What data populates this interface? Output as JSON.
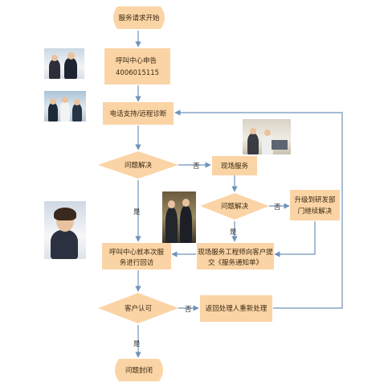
{
  "diagram": {
    "nodes": {
      "start": [
        "服务请求开始"
      ],
      "callcenter": [
        "呼叫中心申告",
        "4006015115"
      ],
      "diagnose": [
        "电话支持/远程诊断"
      ],
      "resolved1": [
        "问题解决"
      ],
      "onsite": [
        "现场服务"
      ],
      "resolved2": [
        "问题解决"
      ],
      "escalate": [
        "升级到研发部",
        "门继续解决"
      ],
      "followup": [
        "呼叫中心就本次服",
        "务进行回访"
      ],
      "engineer_report": [
        "现场服务工程师向客户提",
        "交《服务通知单》"
      ],
      "customer_ok": [
        "客户认可"
      ],
      "return": [
        "返回处理人重新处理"
      ],
      "end": [
        "问题封闭"
      ]
    },
    "edge_labels": {
      "resolved1_no": "否",
      "resolved1_yes": "是",
      "resolved2_no": "否",
      "resolved2_yes": "是",
      "customer_no": "否",
      "customer_yes": "是"
    },
    "colors": {
      "node_fill": "#fbd4a6",
      "edge": "#6f93b9",
      "text": "#3a2a10"
    },
    "photos": [
      "call-center-agents-photo",
      "office-team-photo",
      "meeting-photo",
      "engineers-photo",
      "headset-agent-photo"
    ]
  }
}
